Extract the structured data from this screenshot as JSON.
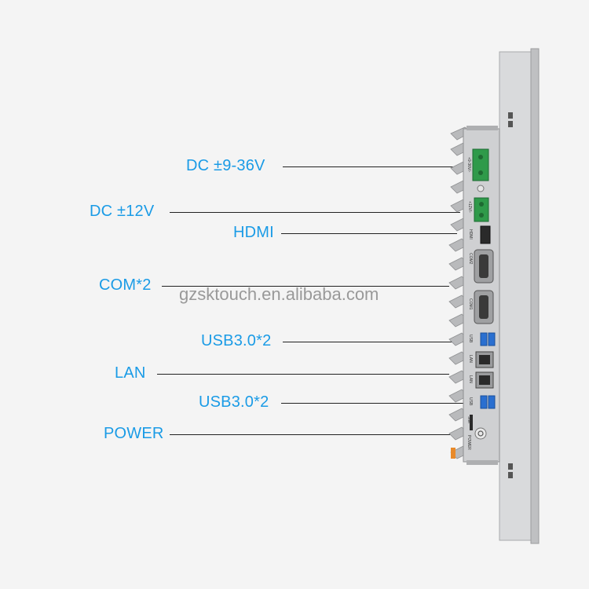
{
  "watermark": "gzsktouch.en.alibaba.com",
  "callouts": [
    {
      "id": "dc-9-36v",
      "text": "DC ±9-36V"
    },
    {
      "id": "dc-12v",
      "text": "DC ±12V"
    },
    {
      "id": "hdmi",
      "text": "HDMI"
    },
    {
      "id": "com",
      "text": "COM*2"
    },
    {
      "id": "usb-top",
      "text": "USB3.0*2"
    },
    {
      "id": "lan",
      "text": "LAN"
    },
    {
      "id": "usb-bottom",
      "text": "USB3.0*2"
    },
    {
      "id": "power",
      "text": "POWER"
    }
  ],
  "port_labels": {
    "dc1": "+9-36V/-",
    "dc2": "+12V/-",
    "hdmi": "HDMI",
    "com2": "COM2",
    "com1": "COM1",
    "usb1": "USB",
    "lan1": "LAN",
    "lan2": "LAN",
    "usb2": "USB",
    "power": "POWER",
    "sim": "SIM"
  },
  "colors": {
    "label": "#1a9be6",
    "connector_green": "#2f9a4a",
    "usb_blue": "#2a6fd0",
    "chassis": "#c8c9cb"
  }
}
